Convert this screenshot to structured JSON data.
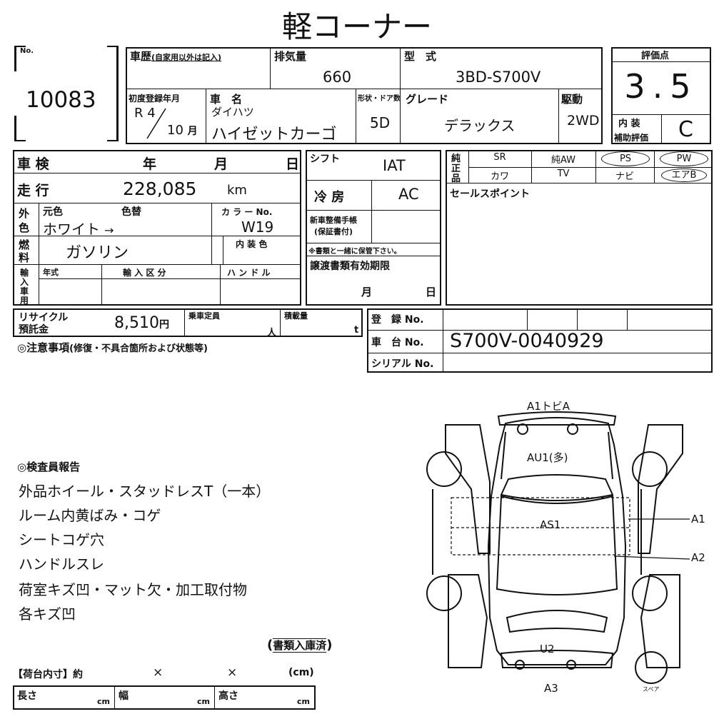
{
  "title": "軽コーナー",
  "no": {
    "label": "No.",
    "value": "10083"
  },
  "history": {
    "label": "車歴",
    "note": "(自家用以外は記入)"
  },
  "displacement": {
    "label": "排気量",
    "value": "660"
  },
  "model_code": {
    "label": "型　式",
    "value": "3BD-S700V"
  },
  "rating": {
    "label": "評価点",
    "value": "3.5"
  },
  "interior": {
    "label1": "内 装",
    "label2": "補助評価",
    "value": "C"
  },
  "first_reg": {
    "label": "初度登録年月",
    "era": "R 4",
    "month": "10",
    "month_unit": "月"
  },
  "car_name": {
    "label": "車　名",
    "maker": "ダイハツ",
    "name": "ハイゼットカーゴ"
  },
  "doors": {
    "label": "形状・ドア数",
    "value": "5D"
  },
  "grade": {
    "label": "グレード",
    "value": "デラックス"
  },
  "drive": {
    "label": "駆動",
    "value": "2WD"
  },
  "inspection": {
    "label": "車 検",
    "year": "年",
    "month": "月",
    "day": "日"
  },
  "mileage": {
    "label": "走 行",
    "value": "228,085",
    "unit": "km"
  },
  "color": {
    "side1": "外",
    "side2": "色",
    "orig_label": "元色",
    "change_label": "色替",
    "code_label": "カ ラ ー No.",
    "orig_value": "ホワイト",
    "arrow": "→",
    "code_value": "W19"
  },
  "fuel": {
    "side1": "燃",
    "side2": "料",
    "value": "ガソリン",
    "interior_color_label": "内 装 色"
  },
  "import": {
    "side": [
      "輸",
      "入",
      "車",
      "用"
    ],
    "year_label": "年式",
    "type_label": "輸 入 区 分",
    "handle_label": "ハ ン ド ル"
  },
  "shift": {
    "label": "シフト",
    "value": "IAT"
  },
  "ac": {
    "label": "冷 房",
    "value": "AC"
  },
  "manual": {
    "label1": "新車整備手帳",
    "label2": "(保証書付)",
    "note": "※書類と一緒に保管下さい。"
  },
  "transfer": {
    "label": "譲渡書類有効期限",
    "month": "月",
    "day": "日"
  },
  "options": {
    "side": [
      "純",
      "正",
      "品"
    ],
    "row1": [
      "SR",
      "純AW",
      "PS",
      "PW"
    ],
    "row2": [
      "カワ",
      "TV",
      "ナビ",
      "エアB"
    ]
  },
  "sales_point": {
    "label": "セールスポイント"
  },
  "recycle": {
    "label1": "リサイクル",
    "label2": "預託金",
    "value": "8,510",
    "unit": "円"
  },
  "capacity": {
    "label": "乗車定員",
    "unit": "人"
  },
  "load": {
    "label": "積載量",
    "unit": "t"
  },
  "registration": {
    "label": "登　録 No."
  },
  "chassis": {
    "label": "車　台 No.",
    "value": "S700V-0040929"
  },
  "serial": {
    "label": "シリアル No."
  },
  "caution": {
    "label": "◎注意事項",
    "note": "(修復・不具合箇所および状態等)"
  },
  "report": {
    "title": "◎検査員報告",
    "lines": [
      "外品ホイール・スタッドレスT（一本）",
      "ルーム内黄ばみ・コゲ",
      "シートコゲ穴",
      "ハンドルスレ",
      "荷室キズ凹・マット欠・加工取付物",
      "各キズ凹"
    ]
  },
  "docs_stamp": "書類入庫済",
  "cargo": {
    "title": "【荷台内寸】約",
    "times1": "×",
    "times2": "×",
    "unit": "(cm)",
    "length": "長さ",
    "width": "幅",
    "height": "高さ",
    "cm": "cm"
  },
  "diagram": {
    "top": "A1トビA",
    "au": "AU1(多)",
    "as": "AS1",
    "a1": "A1",
    "a2": "A2",
    "u2": "U2",
    "a3": "A3",
    "spare": "スペア"
  }
}
